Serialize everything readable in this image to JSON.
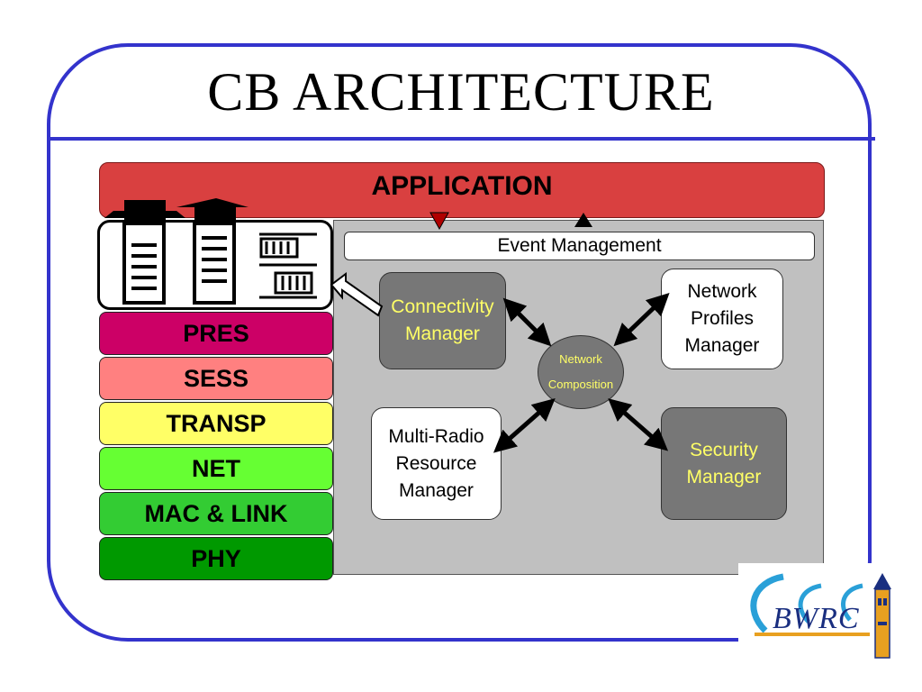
{
  "title": "CB ARCHITECTURE",
  "application": "APPLICATION",
  "event_management": "Event Management",
  "layers": [
    {
      "label": "PRES",
      "color": "#cc0066"
    },
    {
      "label": "SESS",
      "color": "#ff8080"
    },
    {
      "label": "TRANSP",
      "color": "#ffff66"
    },
    {
      "label": "NET",
      "color": "#66ff33"
    },
    {
      "label": "MAC & LINK",
      "color": "#33cc33"
    },
    {
      "label": "PHY",
      "color": "#009900"
    }
  ],
  "nodes": {
    "connectivity": "Connectivity\nManager",
    "profiles": "Network\nProfiles\nManager",
    "multiradio": "Multi-Radio\nResource\nManager",
    "security": "Security\nManager"
  },
  "composition": {
    "line1": "Network",
    "line2": "Composition"
  },
  "logo": {
    "text": "BWRC"
  },
  "colors": {
    "frame": "#3333cc",
    "application": "#d94040",
    "panel": "#c0c0c0",
    "dark_node": "#777777",
    "dark_node_text": "#ffff66"
  }
}
